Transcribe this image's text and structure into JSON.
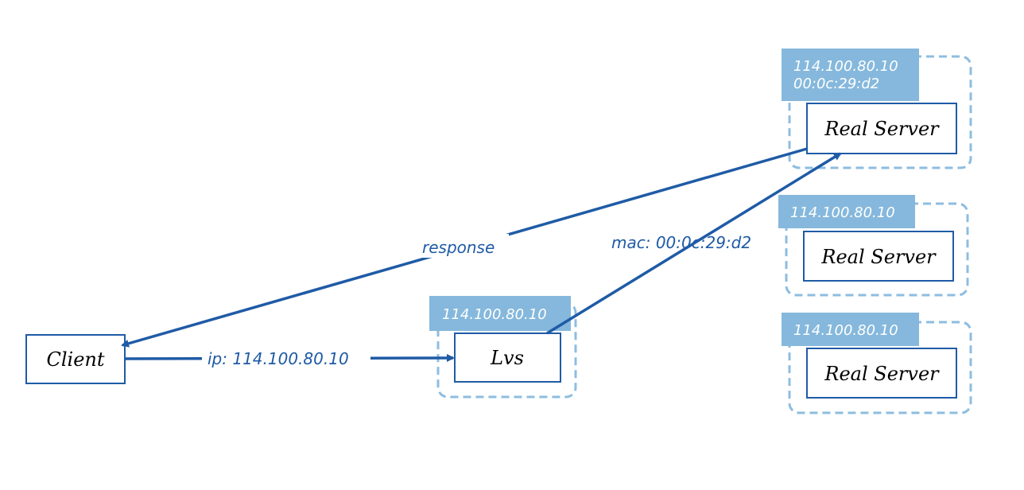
{
  "nodes": {
    "client": {
      "label": "Client"
    },
    "lvs": {
      "label": "Lvs",
      "tag": [
        "114.100.80.10"
      ]
    },
    "real_server_1": {
      "label": "Real Server",
      "tag": [
        "114.100.80.10",
        "00:0c:29:d2"
      ]
    },
    "real_server_2": {
      "label": "Real Server",
      "tag": [
        "114.100.80.10"
      ]
    },
    "real_server_3": {
      "label": "Real Server",
      "tag": [
        "114.100.80.10"
      ]
    }
  },
  "edges": {
    "client_to_lvs": {
      "label": "ip: 114.100.80.10"
    },
    "lvs_to_real_server": {
      "label": "mac: 00:0c:29:d2"
    },
    "real_server_to_client": {
      "label": "response"
    }
  },
  "colors": {
    "node_border": "#1f5ba6",
    "arrow": "#1f5ba6",
    "edge_label": "#1f5ba6",
    "dashed_group": "#8dbde0",
    "tag_fill": "#85b8dc",
    "tag_text": "#ffffff",
    "node_text": "#000000"
  }
}
